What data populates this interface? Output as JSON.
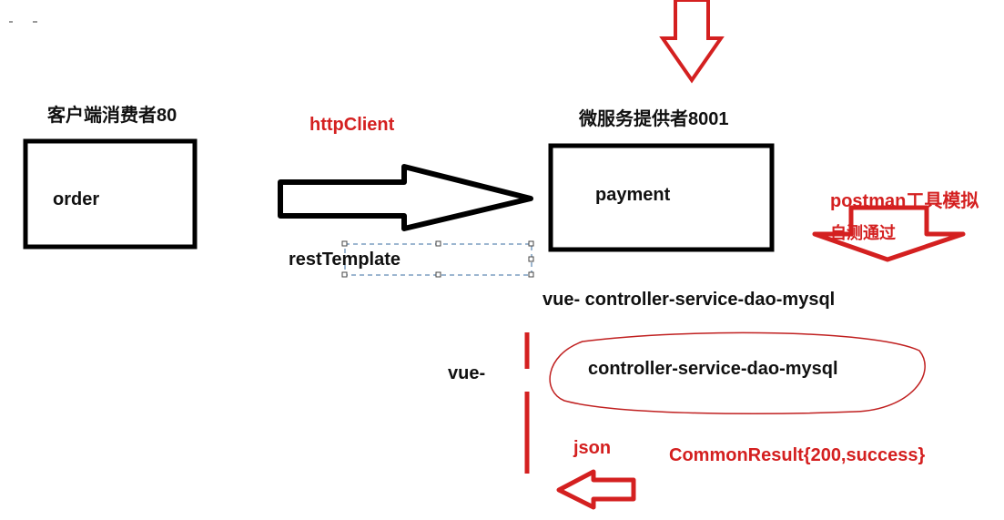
{
  "client_title": "客户端消费者80",
  "client_box": "order",
  "http_label": "httpClient",
  "rest_label": "restTemplate",
  "provider_title": "微服务提供者8001",
  "provider_box": "payment",
  "postman_label": "postman工具模拟",
  "selftest_label": "自测通过",
  "chain_full": "vue- controller-service-dao-mysql",
  "vue_label": "vue-",
  "chain_backend": "controller-service-dao-mysql",
  "json_label": "json",
  "result_label": "CommonResult{200,success}",
  "colors": {
    "accent": "#d42020",
    "ink": "#111111"
  }
}
